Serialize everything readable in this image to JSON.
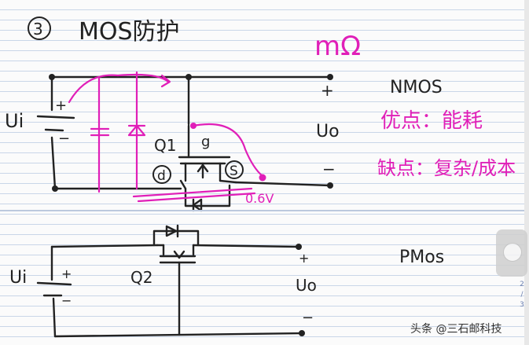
{
  "header": {
    "number": "③",
    "title": "MOS防护",
    "unit_note": "mΩ"
  },
  "circuit_nmos": {
    "source_label": "Ui",
    "plus": "+",
    "minus": "−",
    "output_plus": "+",
    "output_label": "Uo",
    "output_minus": "−",
    "transistor": "Q1",
    "gate": "g",
    "drain": "d",
    "source": "S",
    "voltage_note": "0.6V"
  },
  "notes_nmos": {
    "type": "NMOS",
    "advantage": "优点：能耗",
    "disadvantage": "缺点：复杂/成本"
  },
  "circuit_pmos": {
    "source_label": "Ui",
    "plus": "+",
    "minus": "−",
    "output_plus": "+",
    "output_label": "Uo",
    "output_minus": "−",
    "transistor": "Q2"
  },
  "notes_pmos": {
    "type": "PMos"
  },
  "scroll": {
    "page_indicator": "2 / 3"
  },
  "watermark": "头条 @三石邮科技"
}
